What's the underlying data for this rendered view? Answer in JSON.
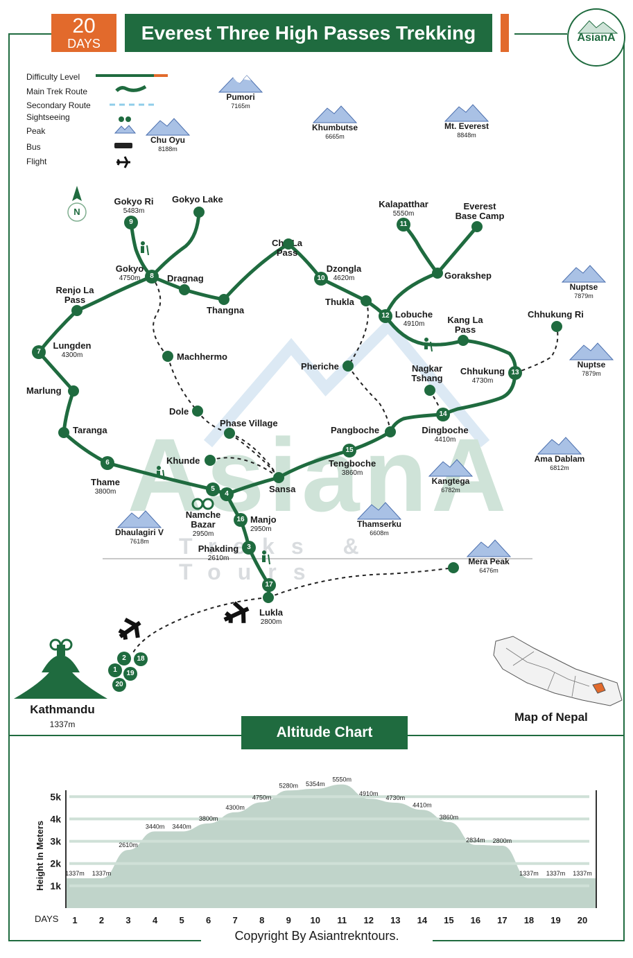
{
  "header": {
    "days_number": "20",
    "days_label": "DAYS",
    "title": "Everest Three High Passes Trekking",
    "logo_text": "AsianA"
  },
  "legend": [
    {
      "label": "Difficulty Level",
      "icon": "difficulty-bar"
    },
    {
      "label": "Main Trek Route",
      "icon": "main-route-line"
    },
    {
      "label": "Secondary Route",
      "icon": "secondary-route-line"
    },
    {
      "label": "Sightseeing",
      "icon": "binoculars-icon"
    },
    {
      "label": "Peak",
      "icon": "peak-icon"
    },
    {
      "label": "Bus",
      "icon": "bus-icon"
    },
    {
      "label": "Flight",
      "icon": "plane-icon"
    }
  ],
  "north_label": "N",
  "peaks": [
    {
      "name": "Pumori",
      "alt": "7165m"
    },
    {
      "name": "Khumbutse",
      "alt": "6665m"
    },
    {
      "name": "Mt. Everest",
      "alt": "8848m"
    },
    {
      "name": "Chu Oyu",
      "alt": "8188m"
    },
    {
      "name": "Nuptse",
      "alt": "7879m"
    },
    {
      "name": "Nuptse",
      "alt": "7879m"
    },
    {
      "name": "Ama Dablam",
      "alt": "6812m"
    },
    {
      "name": "Kangtega",
      "alt": "6782m"
    },
    {
      "name": "Thamserku",
      "alt": "6608m"
    },
    {
      "name": "Dhaulagiri V",
      "alt": "7618m"
    },
    {
      "name": "Mera Peak",
      "alt": "6476m"
    }
  ],
  "places": [
    {
      "name": "Gokyo Ri",
      "alt": "5483m"
    },
    {
      "name": "Gokyo Lake",
      "alt": ""
    },
    {
      "name": "Gokyo",
      "alt": "4750m"
    },
    {
      "name": "Dragnag",
      "alt": ""
    },
    {
      "name": "Thangna",
      "alt": ""
    },
    {
      "name": "Cho La Pass",
      "alt": ""
    },
    {
      "name": "Dzongla",
      "alt": "4620m"
    },
    {
      "name": "Thukla",
      "alt": ""
    },
    {
      "name": "Kalapatthar",
      "alt": "5550m"
    },
    {
      "name": "Everest Base Camp",
      "alt": ""
    },
    {
      "name": "Gorakshep",
      "alt": ""
    },
    {
      "name": "Lobuche",
      "alt": "4910m"
    },
    {
      "name": "Kang La Pass",
      "alt": ""
    },
    {
      "name": "Chhukung Ri",
      "alt": ""
    },
    {
      "name": "Chhukung",
      "alt": "4730m"
    },
    {
      "name": "Renjo La Pass",
      "alt": ""
    },
    {
      "name": "Lungden",
      "alt": "4300m"
    },
    {
      "name": "Machhermo",
      "alt": ""
    },
    {
      "name": "Pheriche",
      "alt": ""
    },
    {
      "name": "Nagkar Tshang",
      "alt": ""
    },
    {
      "name": "Marlung",
      "alt": ""
    },
    {
      "name": "Dole",
      "alt": ""
    },
    {
      "name": "Phase Village",
      "alt": ""
    },
    {
      "name": "Dingboche",
      "alt": "4410m"
    },
    {
      "name": "Pangboche",
      "alt": ""
    },
    {
      "name": "Taranga",
      "alt": ""
    },
    {
      "name": "Khunde",
      "alt": ""
    },
    {
      "name": "Tengboche",
      "alt": "3860m"
    },
    {
      "name": "Thame",
      "alt": "3800m"
    },
    {
      "name": "Sansa",
      "alt": ""
    },
    {
      "name": "Namche Bazar",
      "alt": "2950m"
    },
    {
      "name": "Manjo",
      "alt": "2950m"
    },
    {
      "name": "Phakding",
      "alt": "2610m"
    },
    {
      "name": "Lukla",
      "alt": "2800m"
    }
  ],
  "day_nodes": [
    "9",
    "8",
    "10",
    "11",
    "12",
    "13",
    "7",
    "14",
    "15",
    "6",
    "5",
    "4",
    "16",
    "3",
    "17",
    "2",
    "18",
    "1",
    "19",
    "20"
  ],
  "watermark": {
    "brand": "AsianA",
    "tagline": "Treks & Tours"
  },
  "kathmandu": {
    "name": "Kathmandu",
    "alt": "1337m"
  },
  "nepal_map_label": "Map of Nepal",
  "altitude_title": "Altitude Chart",
  "chart_data": {
    "type": "area",
    "ylabel": "Height In Meters",
    "xlabel": "DAYS",
    "x": [
      1,
      2,
      3,
      4,
      5,
      6,
      7,
      8,
      9,
      10,
      11,
      12,
      13,
      14,
      15,
      16,
      17,
      18,
      19,
      20
    ],
    "values": [
      1337,
      1337,
      2610,
      3440,
      3440,
      3800,
      4300,
      4750,
      5280,
      5354,
      5550,
      4910,
      4730,
      4410,
      3860,
      2834,
      2800,
      1337,
      1337,
      1337
    ],
    "point_labels": [
      "1337m",
      "1337m",
      "2610m",
      "3440m",
      "3440m",
      "3800m",
      "4300m",
      "4750m",
      "5280m",
      "5354m",
      "5550m",
      "4910m",
      "4730m",
      "4410m",
      "3860m",
      "2834m",
      "2800m",
      "1337m",
      "1337m",
      "1337m"
    ],
    "yticks": [
      "1k",
      "2k",
      "3k",
      "4k",
      "5k"
    ],
    "ylim": [
      0,
      5600
    ],
    "grid": true,
    "colors": {
      "fill": "#b9cfc4",
      "grid": "#cfe0d7",
      "text": "#1a1a1a"
    }
  },
  "copyright": "Copyright By Asiantrekntours.",
  "colors": {
    "brand_green": "#1f6b3f",
    "accent_orange": "#e26a2c",
    "mountain_blue": "#6f8fc7"
  }
}
